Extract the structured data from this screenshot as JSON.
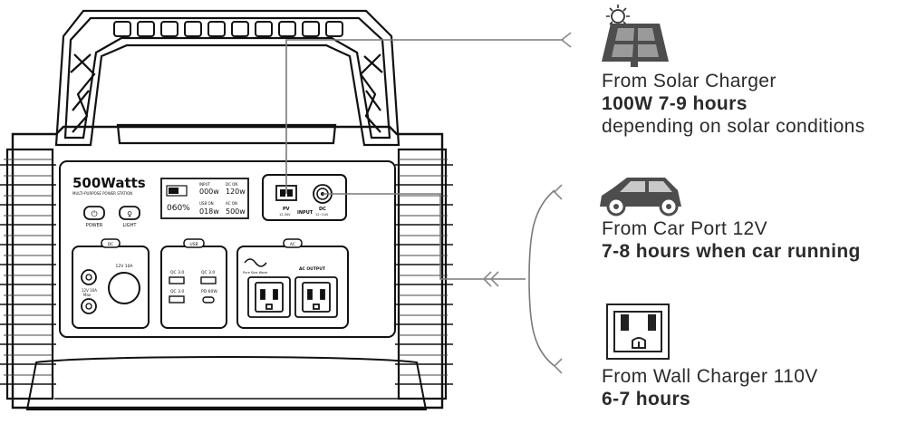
{
  "device": {
    "brand": "500Watts",
    "subtitle": "MULTI-PURPOSE POWER STATION",
    "buttons": {
      "power": "POWER",
      "light": "LIGHT"
    },
    "display": {
      "input_label": "INPUT",
      "input_value": "000w",
      "dc_on_label": "DC ON",
      "dc_on_value": "120w",
      "battery_percent": "060%",
      "usb_on_label": "USB ON",
      "usb_on_value": "018w",
      "ac_on_label": "AC ON",
      "ac_on_value": "500w"
    },
    "input_panel": {
      "pv": "PV",
      "pv_spec": "12-30V",
      "input": "INPUT",
      "dc": "DC",
      "dc_spec": "12~24V"
    },
    "sections": {
      "dc": {
        "badge": "DC",
        "label_12v": "12V 10A",
        "car_label": "12V 10A",
        "car_sub": "Max"
      },
      "usb": {
        "badge": "USB",
        "qc1": "QC 3.0",
        "qc2": "QC 3.0",
        "qc3": "QC 3.0",
        "pd": "PD 60W"
      },
      "ac": {
        "badge": "AC",
        "wave_label": "Pure Sine Wave",
        "output": "AC OUTPUT"
      }
    }
  },
  "sources": [
    {
      "icon": "solar-panel-icon",
      "line1": "From Solar Charger",
      "line2": "100W  7-9 hours",
      "line3": "depending on solar conditions"
    },
    {
      "icon": "car-icon",
      "line1": "From Car Port 12V",
      "line2": "7-8 hours when car running"
    },
    {
      "icon": "wall-outlet-icon",
      "line1": "From Wall Charger 110V",
      "line2": "6-7 hours"
    }
  ]
}
